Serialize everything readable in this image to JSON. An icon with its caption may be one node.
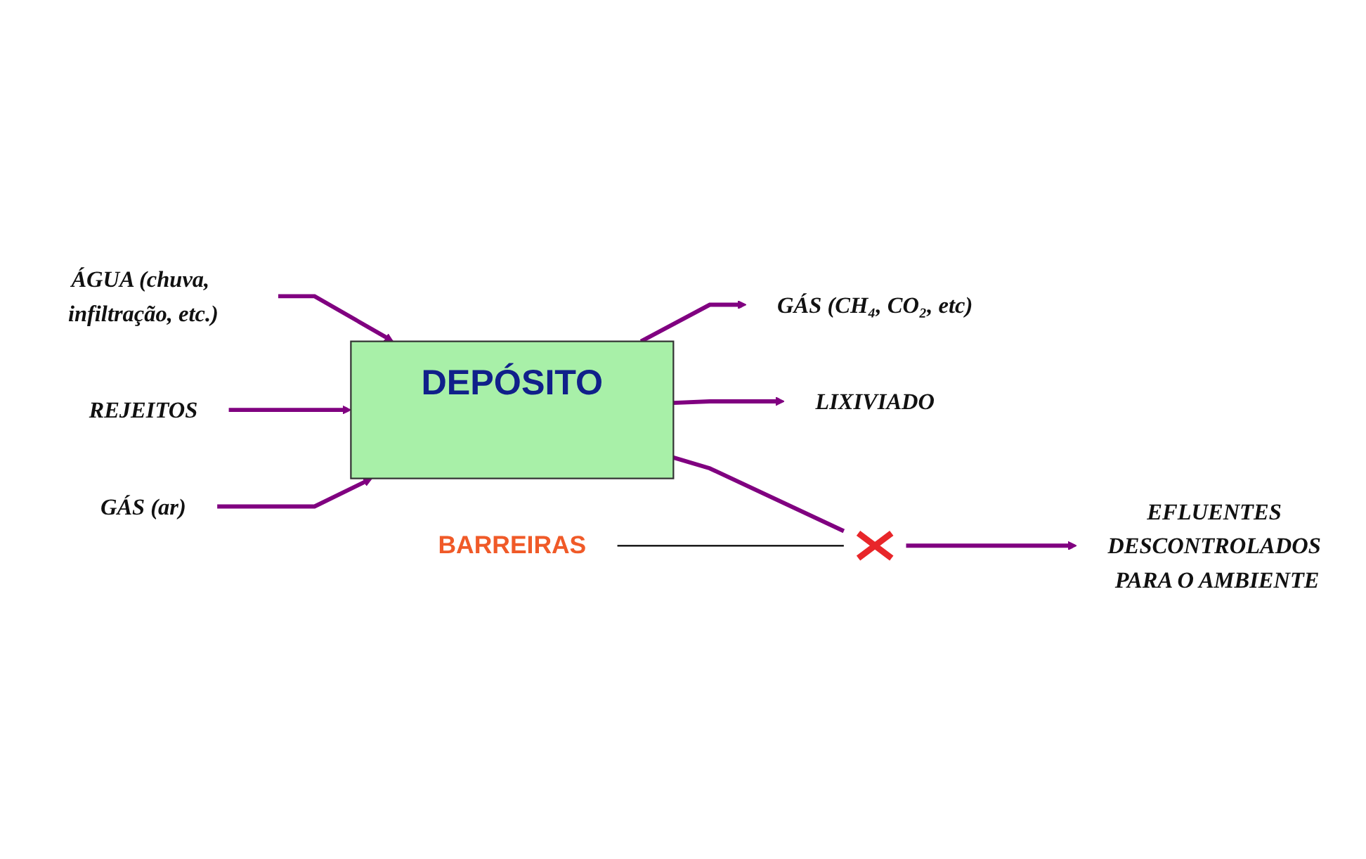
{
  "diagram": {
    "nodes": [
      {
        "text": [
          "ÁGUA (chuva, infiltração, etc.)"
        ]
      },
      {
        "text": [
          "DEPÓSITO"
        ]
      },
      {
        "text": [
          "REJEITOS"
        ]
      },
      {
        "text": [
          "GÁS (ar)"
        ]
      },
      {
        "text": [
          "GÁS (CH₄, CO₂, etc)"
        ]
      },
      {
        "text": [
          "LIXIVIADO"
        ]
      },
      {
        "text": [],
        "shape": "cross"
      },
      {
        "text": [
          "EFLUENTES DESCONTROLADOS PARA O AMBIENTE"
        ]
      },
      {
        "text": [
          "BARREIRAS"
        ]
      }
    ],
    "edges": [
      {
        "from": 0,
        "to": 1,
        "arrow": "to"
      },
      {
        "from": 2,
        "to": 1,
        "arrow": "to"
      },
      {
        "from": 3,
        "to": 1,
        "arrow": "to"
      },
      {
        "from": 1,
        "to": 4,
        "arrow": "to"
      },
      {
        "from": 1,
        "to": 5,
        "arrow": "to"
      },
      {
        "from": 1,
        "to": 6,
        "arrow": "none"
      },
      {
        "from": 6,
        "to": 7,
        "arrow": "to"
      },
      {
        "from": 8,
        "to": 6,
        "arrow": "none",
        "color": "#000000"
      }
    ]
  }
}
